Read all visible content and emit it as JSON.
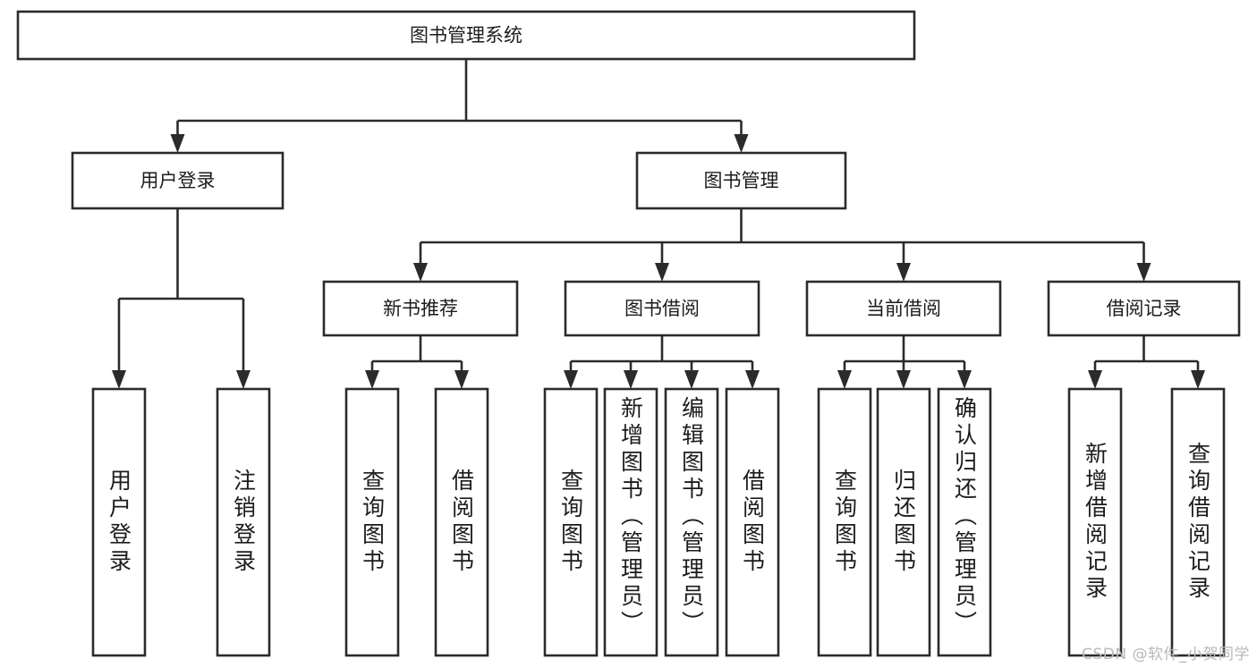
{
  "diagram": {
    "type": "tree-hierarchy-chart",
    "background_color": "#ffffff",
    "stroke_color": "#2b2b2b",
    "text_color": "#1c1c1c",
    "root": {
      "label": "图书管理系统"
    },
    "level2": [
      {
        "label": "用户登录"
      },
      {
        "label": "图书管理"
      }
    ],
    "level3": [
      {
        "label": "新书推荐"
      },
      {
        "label": "图书借阅"
      },
      {
        "label": "当前借阅"
      },
      {
        "label": "借阅记录"
      }
    ],
    "leaves": {
      "user_login": [
        {
          "label": "用户登录"
        },
        {
          "label": "注销登录"
        }
      ],
      "new_book_recommend": [
        {
          "label": "查询图书"
        },
        {
          "label": "借阅图书"
        }
      ],
      "book_borrow": [
        {
          "label": "查询图书"
        },
        {
          "label": "新增图书（管理员）"
        },
        {
          "label": "编辑图书（管理员）"
        },
        {
          "label": "借阅图书"
        }
      ],
      "current_borrow": [
        {
          "label": "查询图书"
        },
        {
          "label": "归还图书"
        },
        {
          "label": "确认归还（管理员）"
        }
      ],
      "borrow_record": [
        {
          "label": "新增借阅记录"
        },
        {
          "label": "查询借阅记录"
        }
      ]
    }
  },
  "watermark": {
    "text": "CSDN @软件_小贺同学"
  }
}
